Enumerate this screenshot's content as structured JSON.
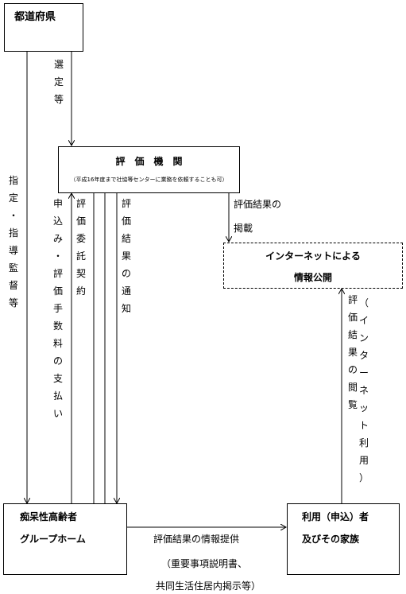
{
  "boxes": {
    "prefecture": "都道府県",
    "agency_title": "評　価　機　関",
    "agency_note": "（平成16年度まで社協等センターに業務を依頼することも可）",
    "internet_line1": "インターネットによる",
    "internet_line2": "情報公開",
    "group_home_line1": "痴呆性高齢者",
    "group_home_line2": "グループホーム",
    "user_line1": "利用（申込）者",
    "user_line2": "及びその家族"
  },
  "labels": {
    "selection": "選定等",
    "designation": "指定・指導監督等",
    "application": "申込み・評価手数料の支払い",
    "contract": "評価委託契約",
    "notice": "評価結果の通知",
    "posting_line1": "評価結果の",
    "posting_line2": "掲載",
    "browse_col1": "評価結果の閲覧",
    "browse_col2": "（インターネット利用）",
    "info_line1": "評価結果の情報提供",
    "info_line2": "（重要事項説明書、",
    "info_line3": "共同生活住居内掲示等）"
  }
}
